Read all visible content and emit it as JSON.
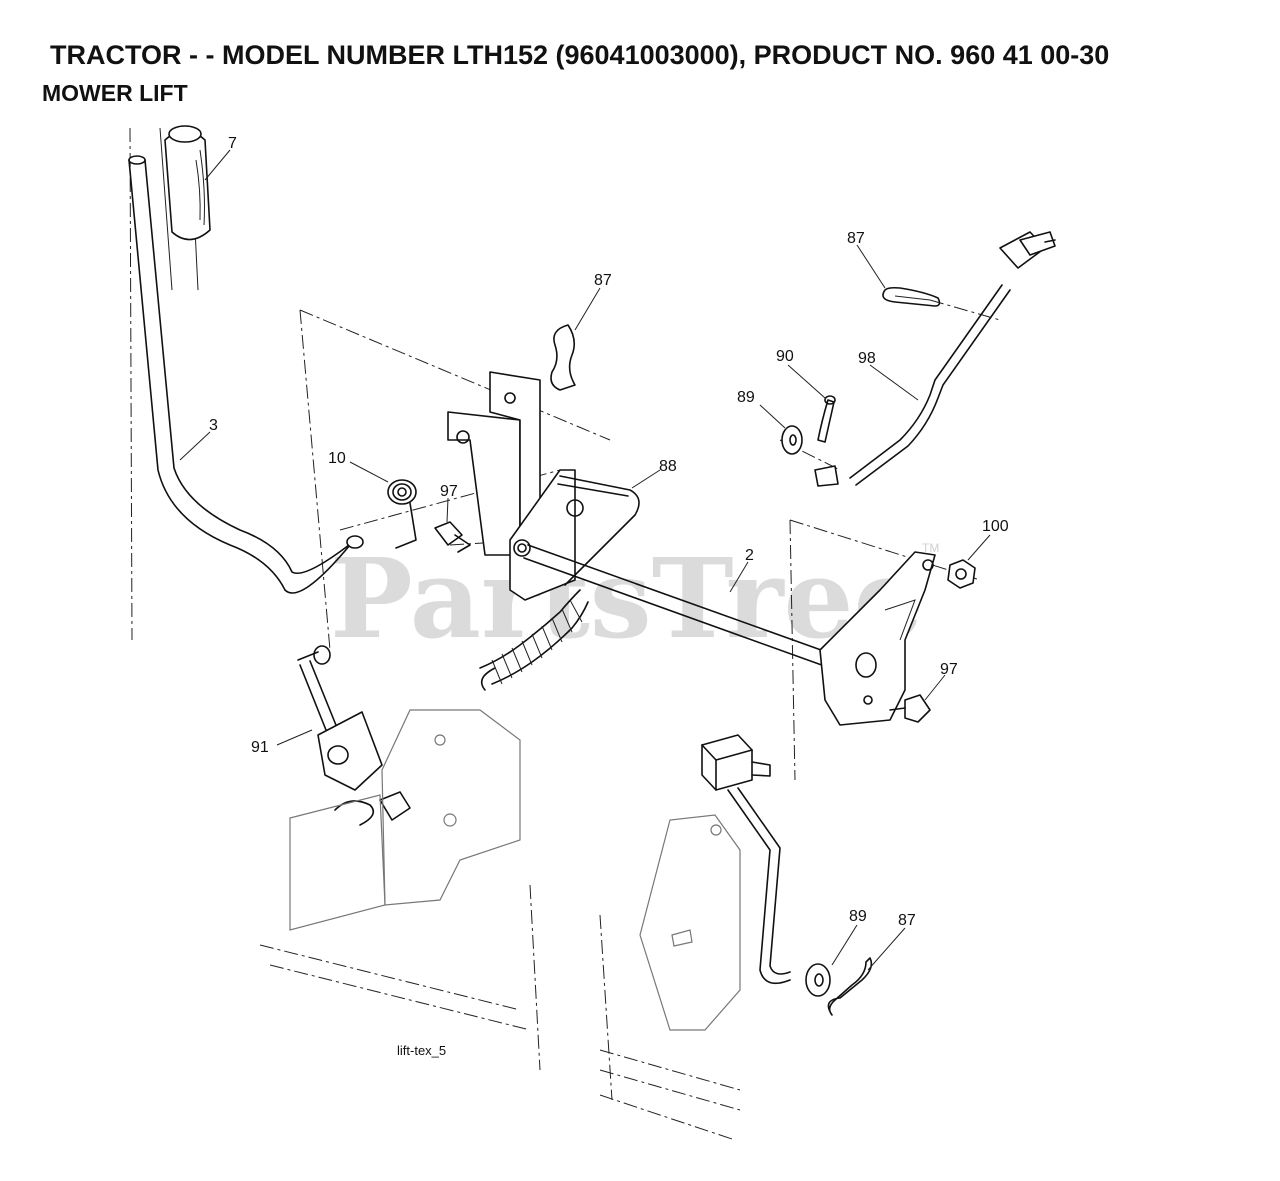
{
  "header": {
    "title": "TRACTOR - - MODEL NUMBER LTH152 (96041003000), PRODUCT NO. 960 41 00-30",
    "section": "MOWER LIFT"
  },
  "watermark": {
    "text": "PartsTree",
    "trademark": "TM"
  },
  "diagram_label": "lift-tex_5",
  "callouts": [
    "7",
    "3",
    "87",
    "10",
    "97",
    "88",
    "2",
    "87",
    "90",
    "98",
    "89",
    "100",
    "97",
    "91",
    "89",
    "87"
  ]
}
